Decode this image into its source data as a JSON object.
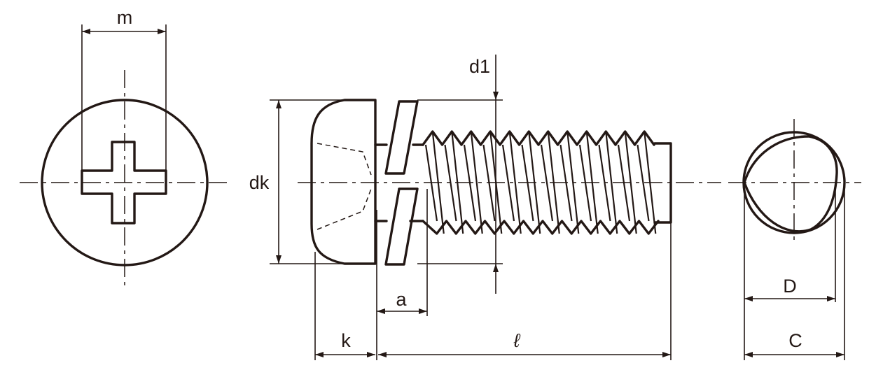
{
  "labels": {
    "m": "m",
    "d1": "d1",
    "dk": "dk",
    "a": "a",
    "k": "k",
    "l": "ℓ",
    "D": "D",
    "C": "C"
  },
  "color": "#231815"
}
